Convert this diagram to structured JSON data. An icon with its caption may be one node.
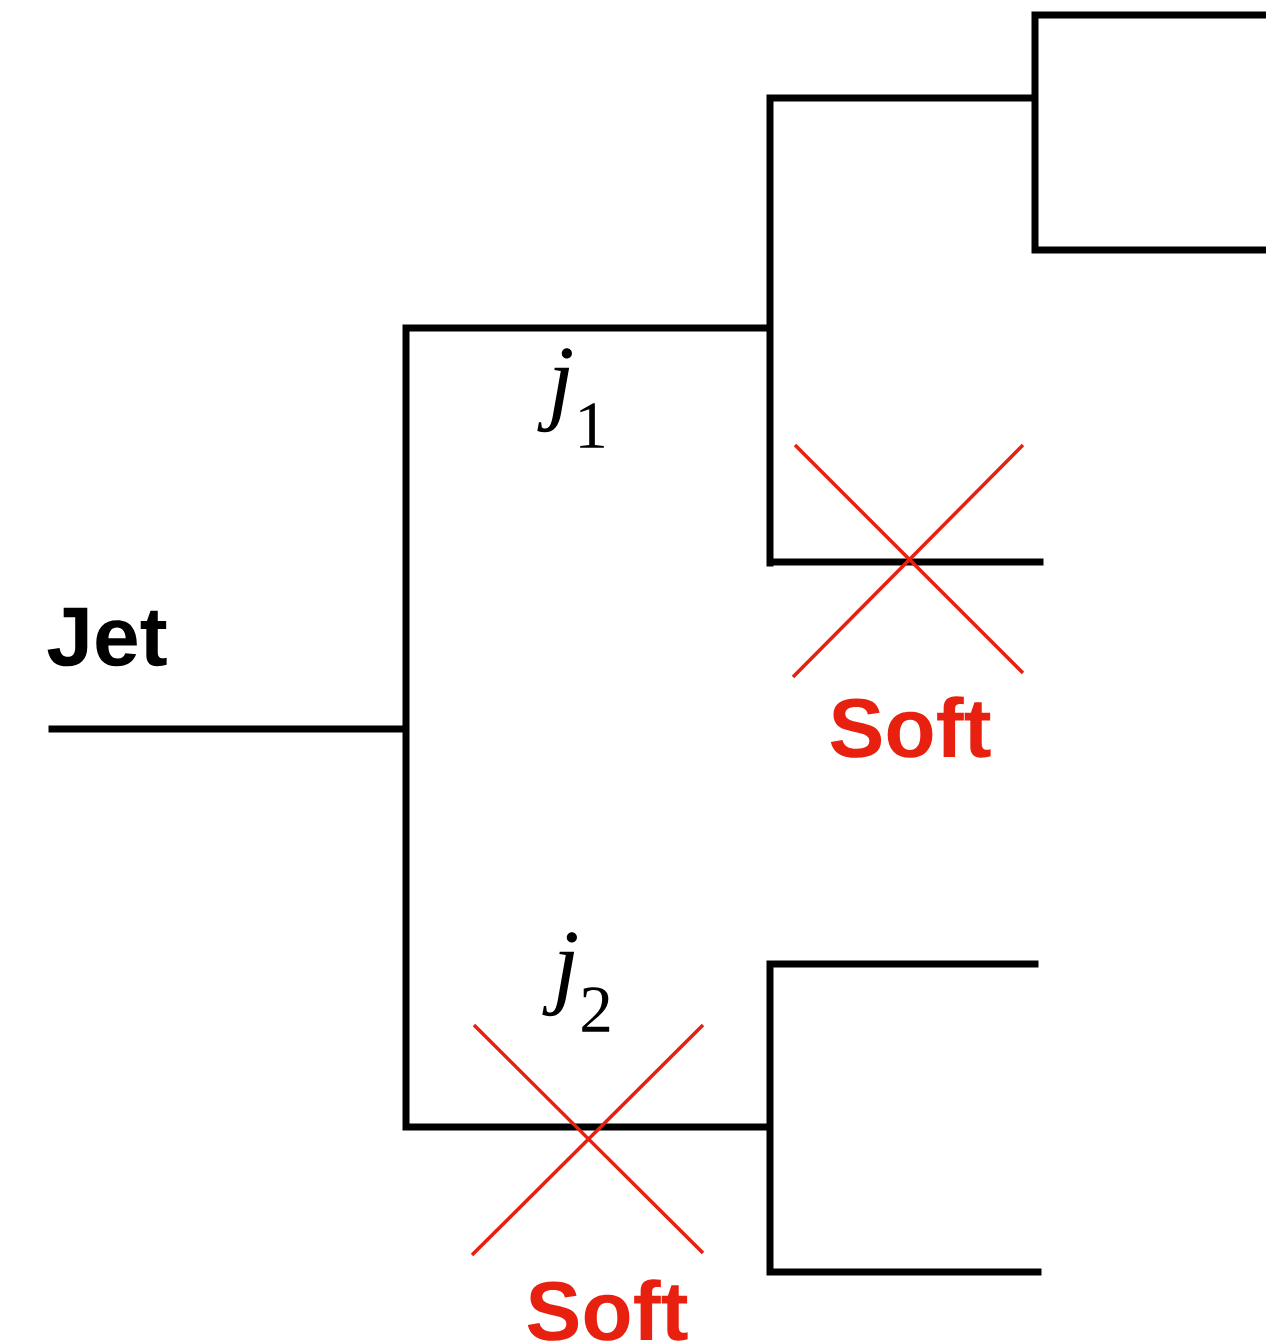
{
  "diagram": {
    "labels": [
      "*j*$_{1}$",
      "Jet",
      "Soft",
      "*j*$_{2}$",
      "Soft"
    ]
  }
}
